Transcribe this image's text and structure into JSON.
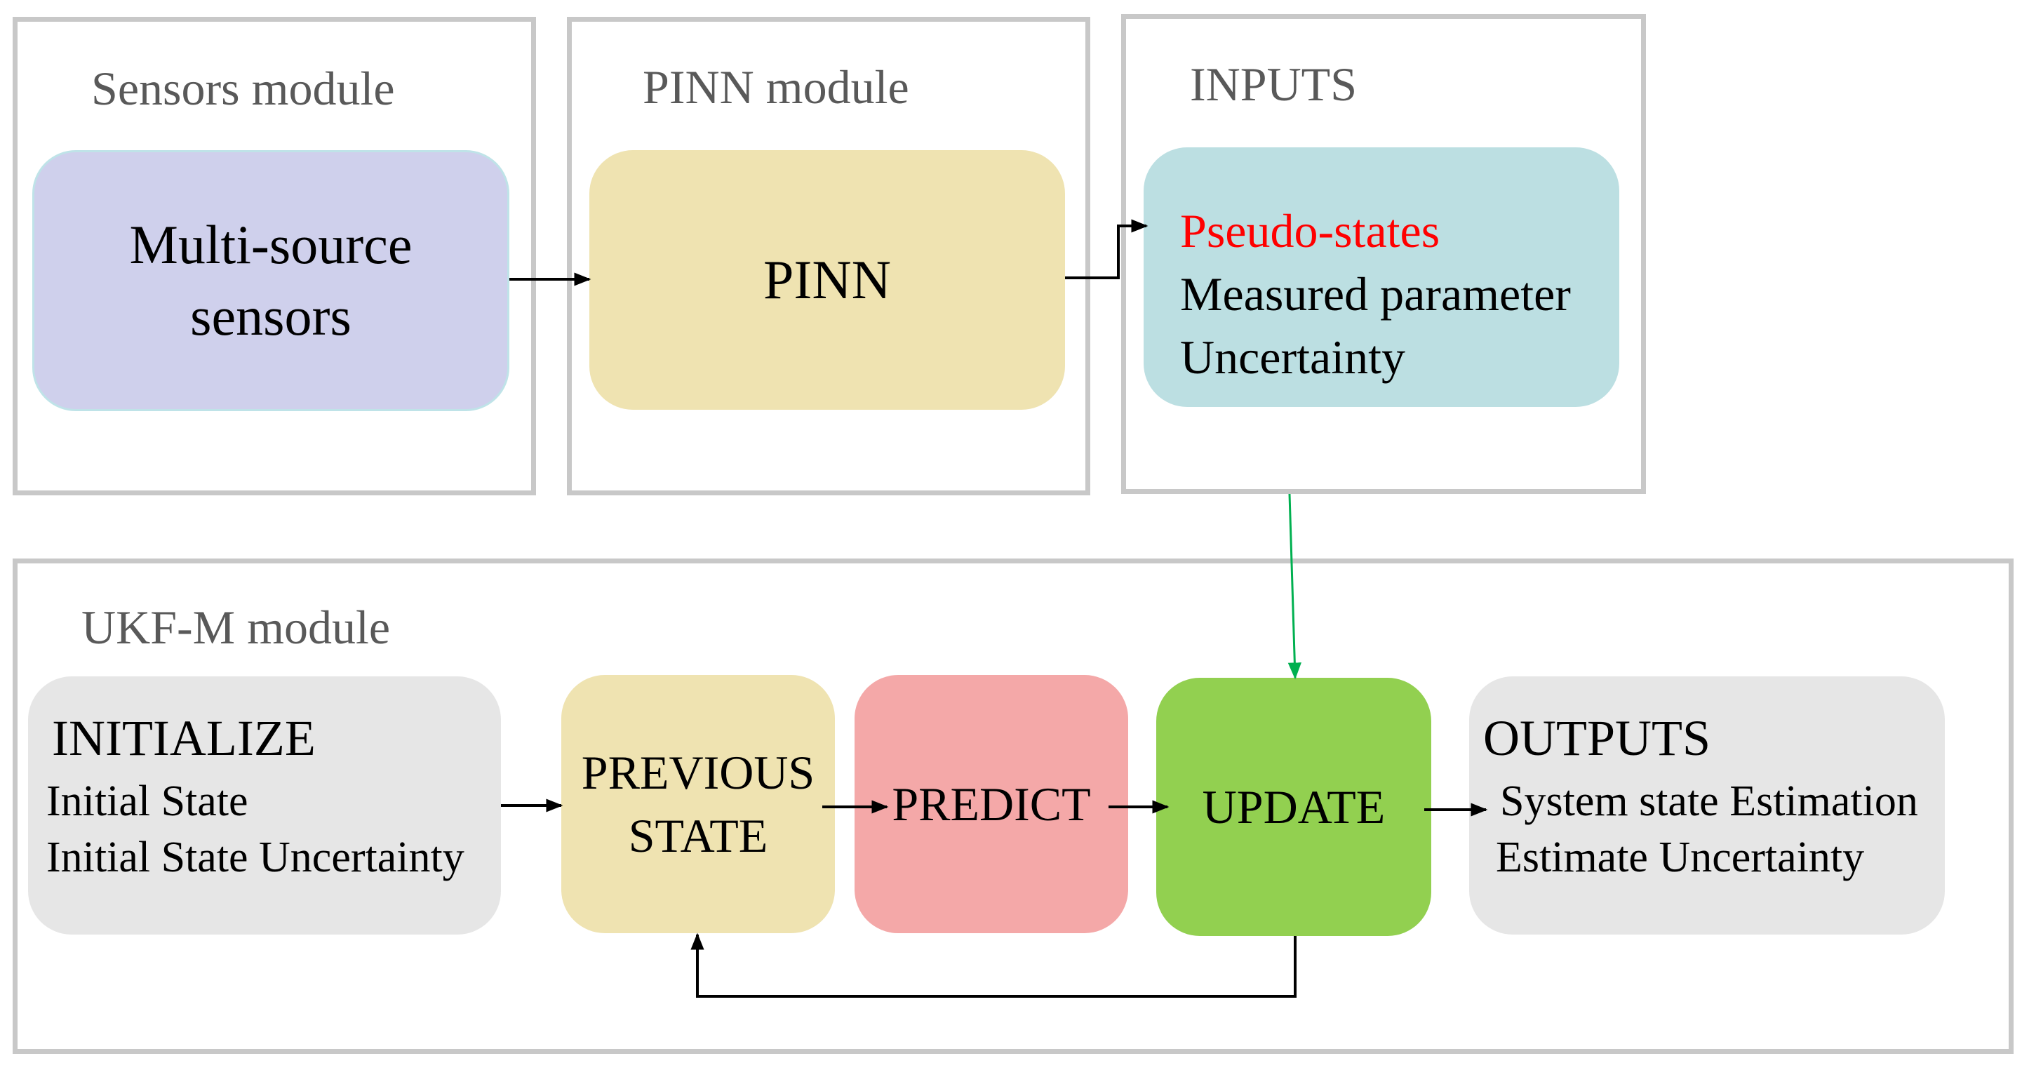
{
  "modules": {
    "sensors": {
      "title": "Sensors module",
      "box_line1": "Multi-source",
      "box_line2": "sensors"
    },
    "pinn": {
      "title": "PINN module",
      "box_label": "PINN"
    },
    "inputs": {
      "title": "INPUTS",
      "items": [
        "Pseudo-states",
        "Measured parameter",
        "Uncertainty"
      ]
    },
    "ukf": {
      "title": "UKF-M module",
      "initialize": {
        "title": "INITIALIZE",
        "items": [
          "Initial State",
          "Initial State Uncertainty"
        ]
      },
      "previous_state": {
        "line1": "PREVIOUS",
        "line2": "STATE"
      },
      "predict": "PREDICT",
      "update": "UPDATE",
      "outputs": {
        "title": "OUTPUTS",
        "items": [
          "System state Estimation",
          "Estimate Uncertainty"
        ]
      }
    }
  },
  "colors": {
    "frame_border": "#c8c8c8",
    "section_title": "#595959",
    "sensors_fill": "#cfd0ec",
    "pinn_fill": "#efe3b1",
    "inputs_fill": "#bcdfe2",
    "neutral_fill": "#e6e6e6",
    "previous_fill": "#efe3b1",
    "predict_fill": "#f4a8a8",
    "update_fill": "#92d050",
    "highlight_text": "#ff0000",
    "feedback_arrow": "#00b050"
  },
  "icons": {
    "flow_arrow": "arrow-right-icon",
    "feedback_arrow": "arrow-down-icon"
  }
}
